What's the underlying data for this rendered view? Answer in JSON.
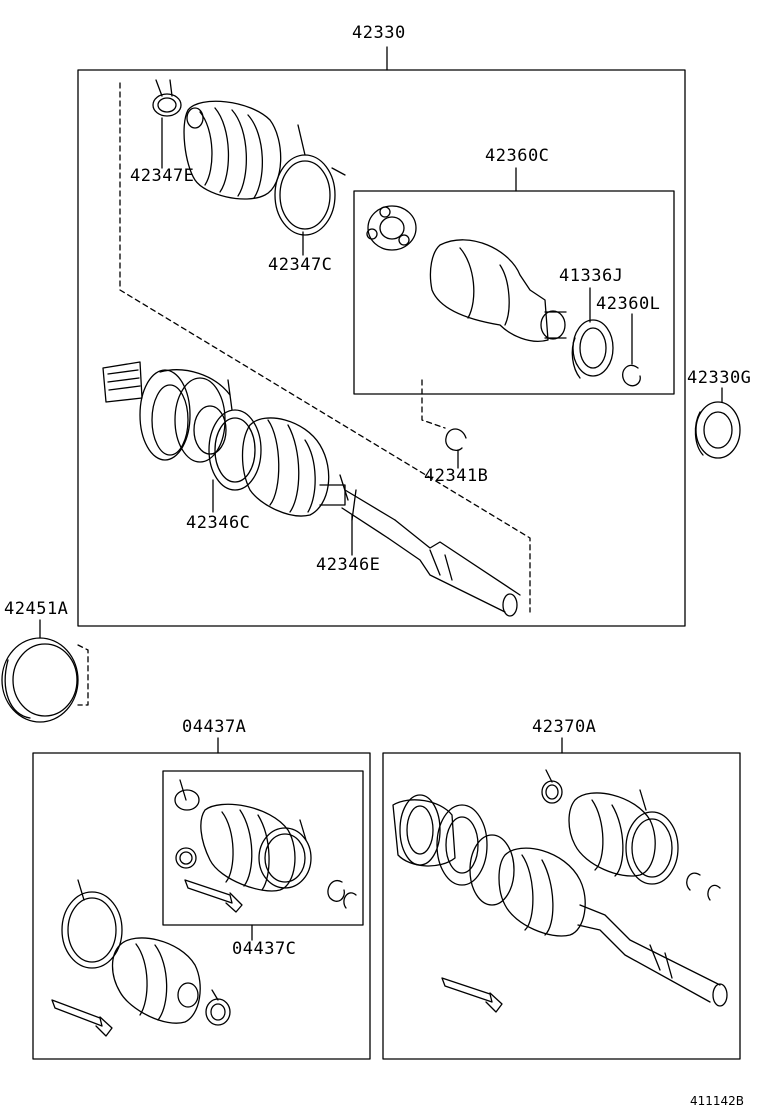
{
  "labels": {
    "assy_main": "42330",
    "clamp_boot_outer": "42347E",
    "band_boot_outer": "42347C",
    "inner_joint_kit": "42360C",
    "seal_41336": "41336J",
    "snap_ring_42360": "42360L",
    "bearing_42330": "42330G",
    "snap_ring_42341": "42341B",
    "band_42346": "42346C",
    "clamp_42346": "42346E",
    "dust_seal": "42451A",
    "boot_kit_outer": "04437A",
    "boot_kit_inner": "04437C",
    "shaft_assy": "42370A"
  },
  "diagram_ref": "411142B"
}
